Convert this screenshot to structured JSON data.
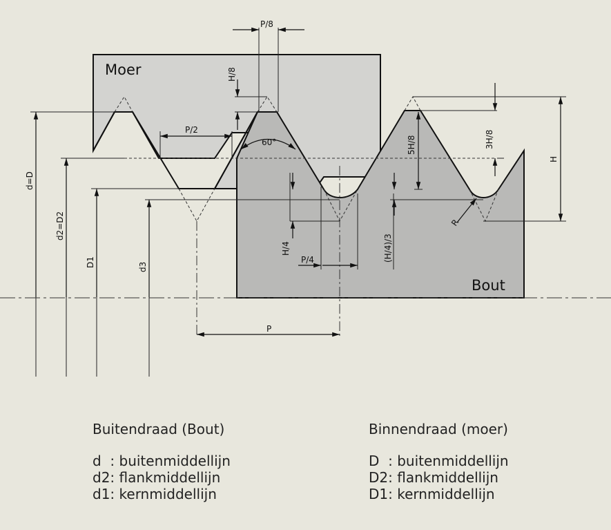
{
  "labels": {
    "moer": "Moer",
    "bout": "Bout"
  },
  "dimensions": {
    "p8": "P/8",
    "h8": "H/8",
    "p2": "P/2",
    "angle": "60°",
    "h58": "5H/8",
    "h38": "3H/8",
    "h": "H",
    "h4": "H/4",
    "p4": "P/4",
    "h4_3": "(H/4)/3",
    "r": "R",
    "p": "P",
    "d_eq_D": "d=D",
    "d2_eq_D2": "d2=D2",
    "d1": "D1",
    "d3": "d3"
  },
  "legend": {
    "outer": {
      "title": "Buitendraad (Bout)",
      "rows": [
        "d  : buitenmiddellijn",
        "d2: flankmiddellijn",
        "d1: kernmiddellijn"
      ]
    },
    "inner": {
      "title": "Binnendraad (moer)",
      "rows": [
        "D  : buitenmiddellijn",
        "D2: flankmiddellijn",
        "D1: kernmiddellijn"
      ]
    }
  },
  "colors": {
    "background": "#e8e7dd",
    "moer_fill": "#d3d3d0",
    "bout_fill": "#b9b9b7",
    "line": "#111111"
  }
}
